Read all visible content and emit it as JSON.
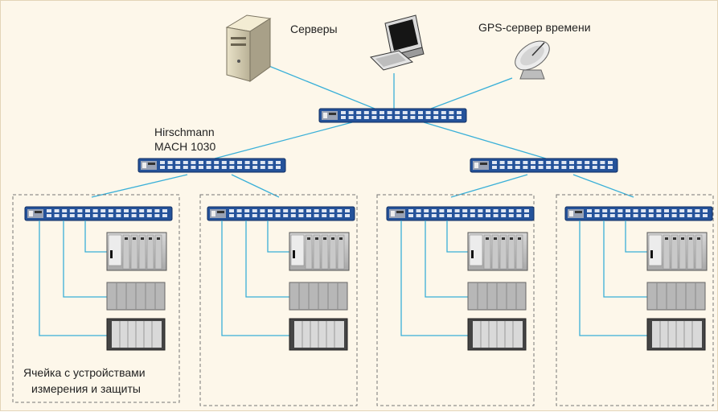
{
  "labels": {
    "servers": "Серверы",
    "gps": "GPS-сервер времени",
    "switch_line1": "Hirschmann",
    "switch_line2": "MACH 1030",
    "cell_line1": "Ячейка с устройствами",
    "cell_line2": "измерения и защиты"
  },
  "colors": {
    "background": "#fdf7ea",
    "link": "#3ab0d8",
    "switch_body": "#24529a",
    "dashed_box": "#777777"
  },
  "icons": [
    "server-icon",
    "workstation-icon",
    "gps-dish-icon",
    "network-switch-icon",
    "relay-device-icon"
  ]
}
